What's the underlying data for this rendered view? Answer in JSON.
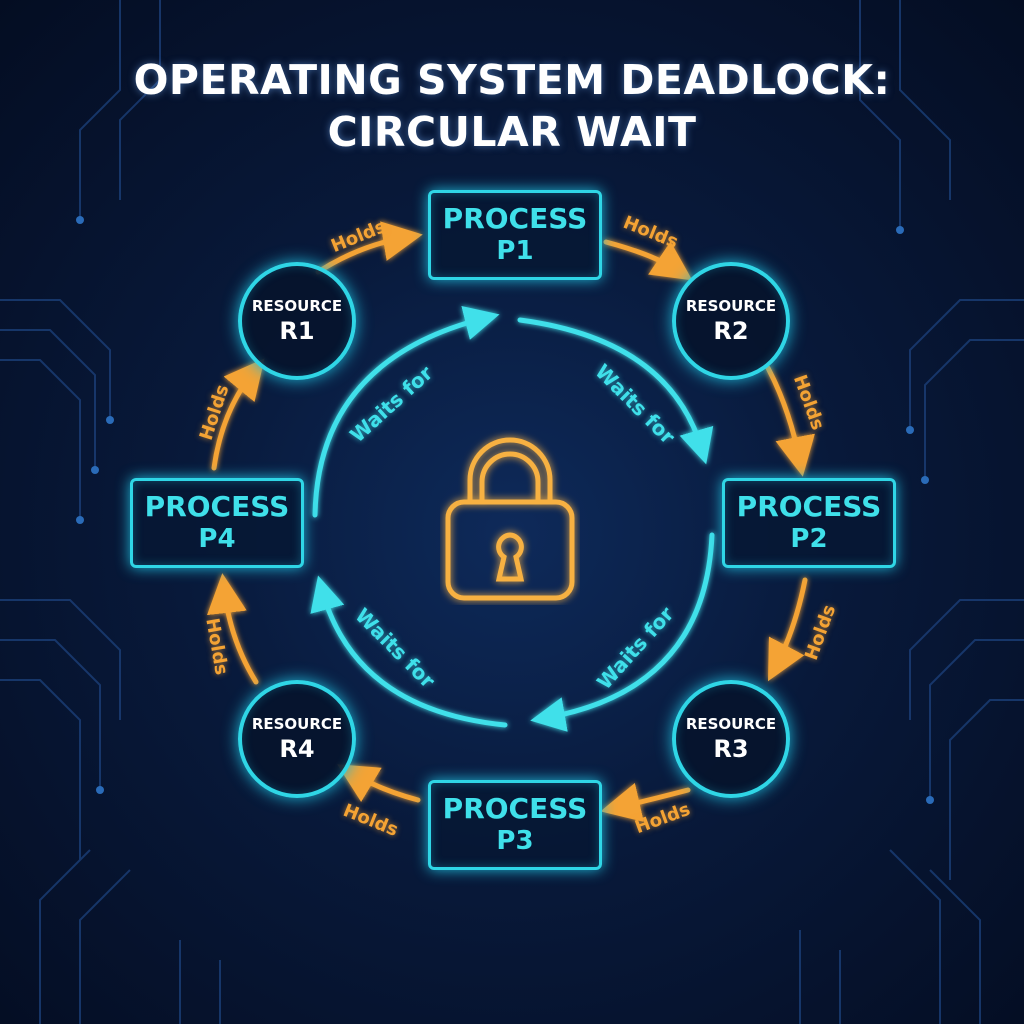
{
  "title": {
    "line1": "OPERATING SYSTEM DEADLOCK:",
    "line2": "CIRCULAR WAIT"
  },
  "processes": [
    {
      "id": "p1",
      "line1": "PROCESS",
      "line2": "P1"
    },
    {
      "id": "p2",
      "line1": "PROCESS",
      "line2": "P2"
    },
    {
      "id": "p3",
      "line1": "PROCESS",
      "line2": "P3"
    },
    {
      "id": "p4",
      "line1": "PROCESS",
      "line2": "P4"
    }
  ],
  "resources": [
    {
      "id": "r1",
      "line1": "RESOURCE",
      "line2": "R1"
    },
    {
      "id": "r2",
      "line1": "RESOURCE",
      "line2": "R2"
    },
    {
      "id": "r3",
      "line1": "RESOURCE",
      "line2": "R3"
    },
    {
      "id": "r4",
      "line1": "RESOURCE",
      "line2": "R4"
    }
  ],
  "edges": {
    "holds_label": "Holds",
    "waits_label": "Waits for",
    "holds": [
      {
        "from": "R1",
        "to": "P1",
        "label": "Holds"
      },
      {
        "from": "P1",
        "to": "R2",
        "label": "Holds"
      },
      {
        "from": "R2",
        "to": "P2",
        "label": "Holds"
      },
      {
        "from": "P2",
        "to": "R3",
        "label": "Holds"
      },
      {
        "from": "P3",
        "to": "R3",
        "label": "Holds"
      },
      {
        "from": "P3",
        "to": "R4",
        "label": "Holds"
      },
      {
        "from": "R4",
        "to": "P4",
        "label": "Holds"
      },
      {
        "from": "P4",
        "to": "R1",
        "label": "Holds"
      }
    ],
    "waits": [
      {
        "quadrant": "upper-left",
        "label": "Waits for"
      },
      {
        "quadrant": "upper-right",
        "label": "Waits for"
      },
      {
        "quadrant": "lower-right",
        "label": "Waits for"
      },
      {
        "quadrant": "lower-left",
        "label": "Waits for"
      }
    ]
  },
  "center_icon": "padlock-icon",
  "colors": {
    "background": "#06142e",
    "accent_cyan": "#2fd6e6",
    "accent_orange": "#f4a334",
    "text": "#ffffff"
  }
}
